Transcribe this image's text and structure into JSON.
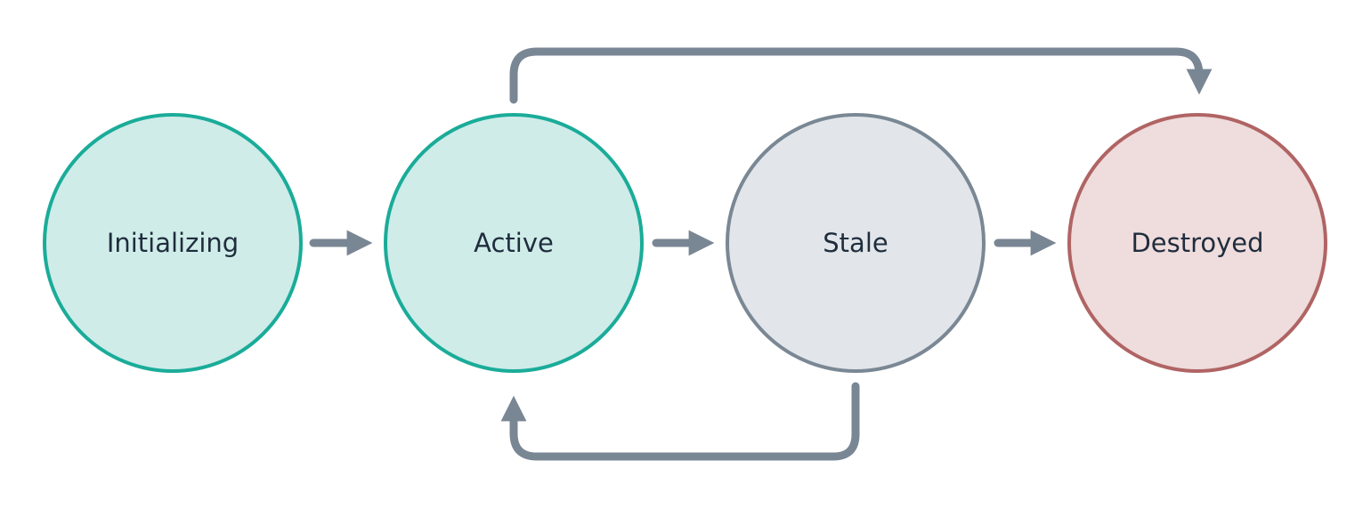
{
  "diagram": {
    "type": "state-flow",
    "nodes": [
      {
        "id": "initializing",
        "label": "Initializing",
        "fill": "#cfece9",
        "stroke": "#1aac99"
      },
      {
        "id": "active",
        "label": "Active",
        "fill": "#cfece9",
        "stroke": "#1aac99"
      },
      {
        "id": "stale",
        "label": "Stale",
        "fill": "#e2e6ea",
        "stroke": "#7a8794"
      },
      {
        "id": "destroyed",
        "label": "Destroyed",
        "fill": "#efdcdc",
        "stroke": "#b06464"
      }
    ],
    "edges": [
      {
        "from": "initializing",
        "to": "active"
      },
      {
        "from": "active",
        "to": "stale"
      },
      {
        "from": "stale",
        "to": "destroyed"
      },
      {
        "from": "active",
        "to": "destroyed"
      },
      {
        "from": "stale",
        "to": "active"
      }
    ],
    "edge_color": "#798694"
  }
}
